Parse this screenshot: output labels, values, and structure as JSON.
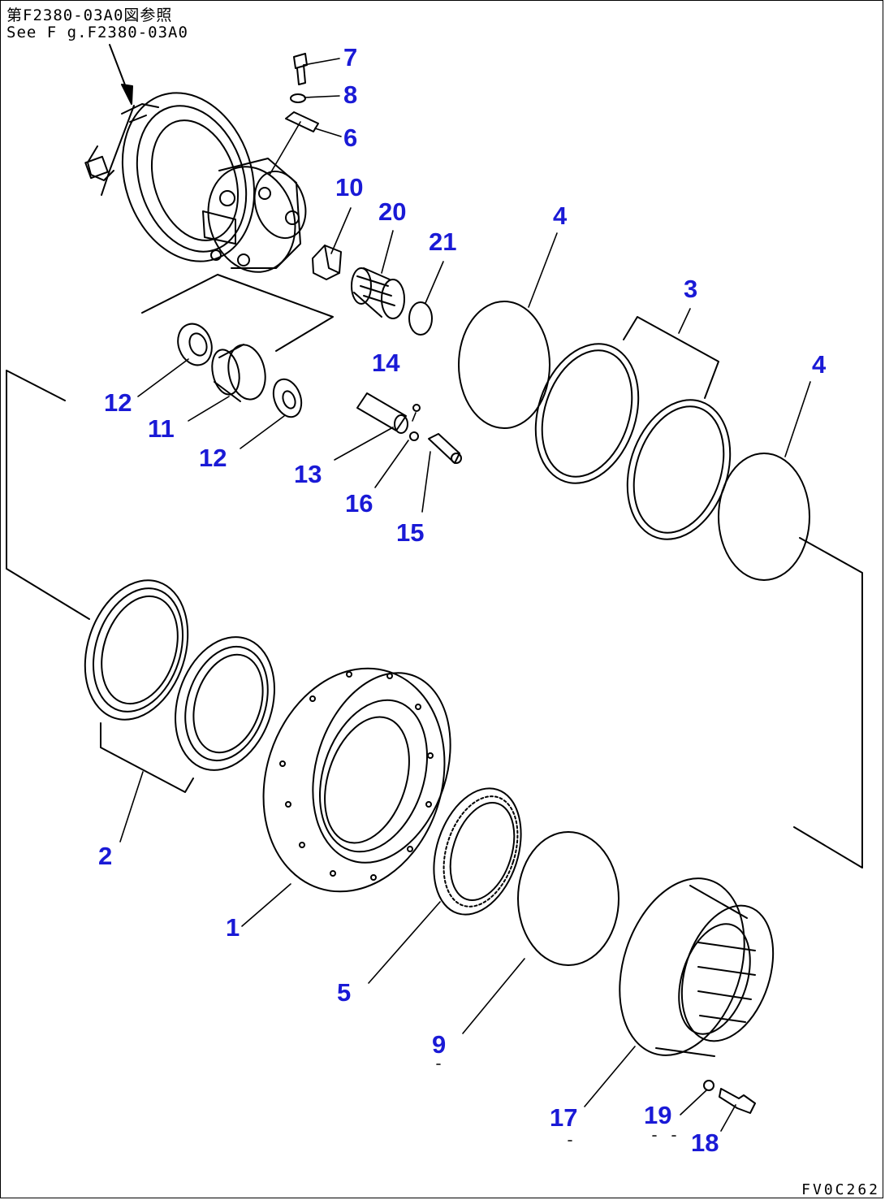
{
  "reference": {
    "japanese": "第F2380-03A0図参照",
    "english": "See F g.F2380-03A0"
  },
  "drawing_code": "FV0C262",
  "callouts": [
    "1",
    "2",
    "3",
    "4",
    "4",
    "5",
    "6",
    "7",
    "8",
    "9",
    "10",
    "11",
    "12",
    "12",
    "13",
    "14",
    "15",
    "16",
    "17",
    "18",
    "19",
    "20",
    "21"
  ]
}
